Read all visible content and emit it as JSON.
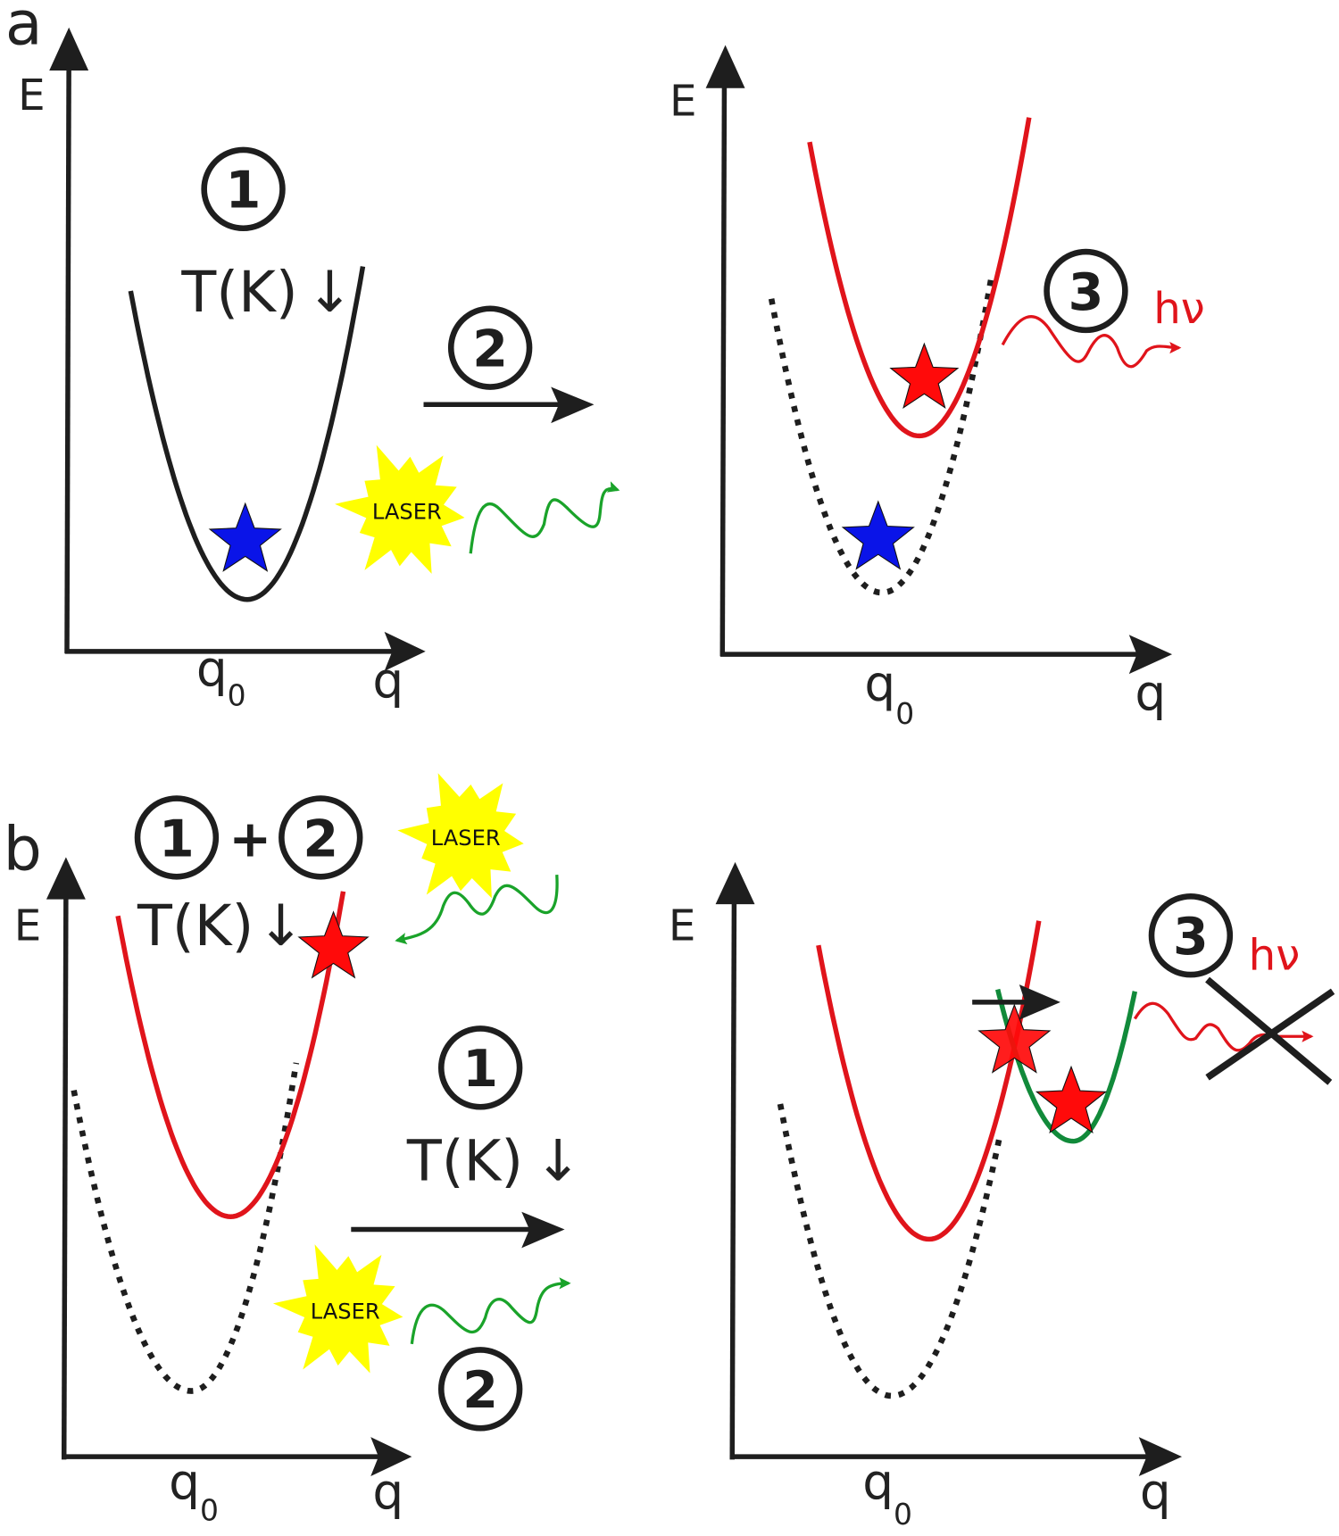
{
  "panel_a": {
    "label": "a",
    "left": {
      "y_axis": "E",
      "x_axis": "q",
      "x_tick": "q",
      "x_tick_sub": "0",
      "step": "1",
      "temperature": "T(K)",
      "temp_arrow": "↓"
    },
    "transition": {
      "step": "2",
      "laser": "LASER"
    },
    "right": {
      "y_axis": "E",
      "x_axis": "q",
      "x_tick": "q",
      "x_tick_sub": "0",
      "step": "3",
      "emission": "hν"
    }
  },
  "panel_b": {
    "label": "b",
    "left": {
      "y_axis": "E",
      "x_axis": "q",
      "x_tick": "q",
      "x_tick_sub": "0",
      "step_a": "1",
      "plus": "+",
      "step_b": "2",
      "temperature": "T(K)",
      "temp_arrow": "↓",
      "laser": "LASER"
    },
    "transition": {
      "step_1": "1",
      "temperature": "T(K)",
      "temp_arrow": "↓",
      "laser": "LASER",
      "step_2": "2"
    },
    "right": {
      "y_axis": "E",
      "x_axis": "q",
      "x_tick": "q",
      "x_tick_sub": "0",
      "step": "3",
      "emission": "hν"
    }
  },
  "colors": {
    "ground_state": "#1e1e1e",
    "excited_state": "#e0141b",
    "trap_state": "#118a3a",
    "laser": "#ffff00",
    "laser_wave": "#1aa32a",
    "blue_star": "#0a14e8",
    "red_star": "#ff0a0a"
  }
}
